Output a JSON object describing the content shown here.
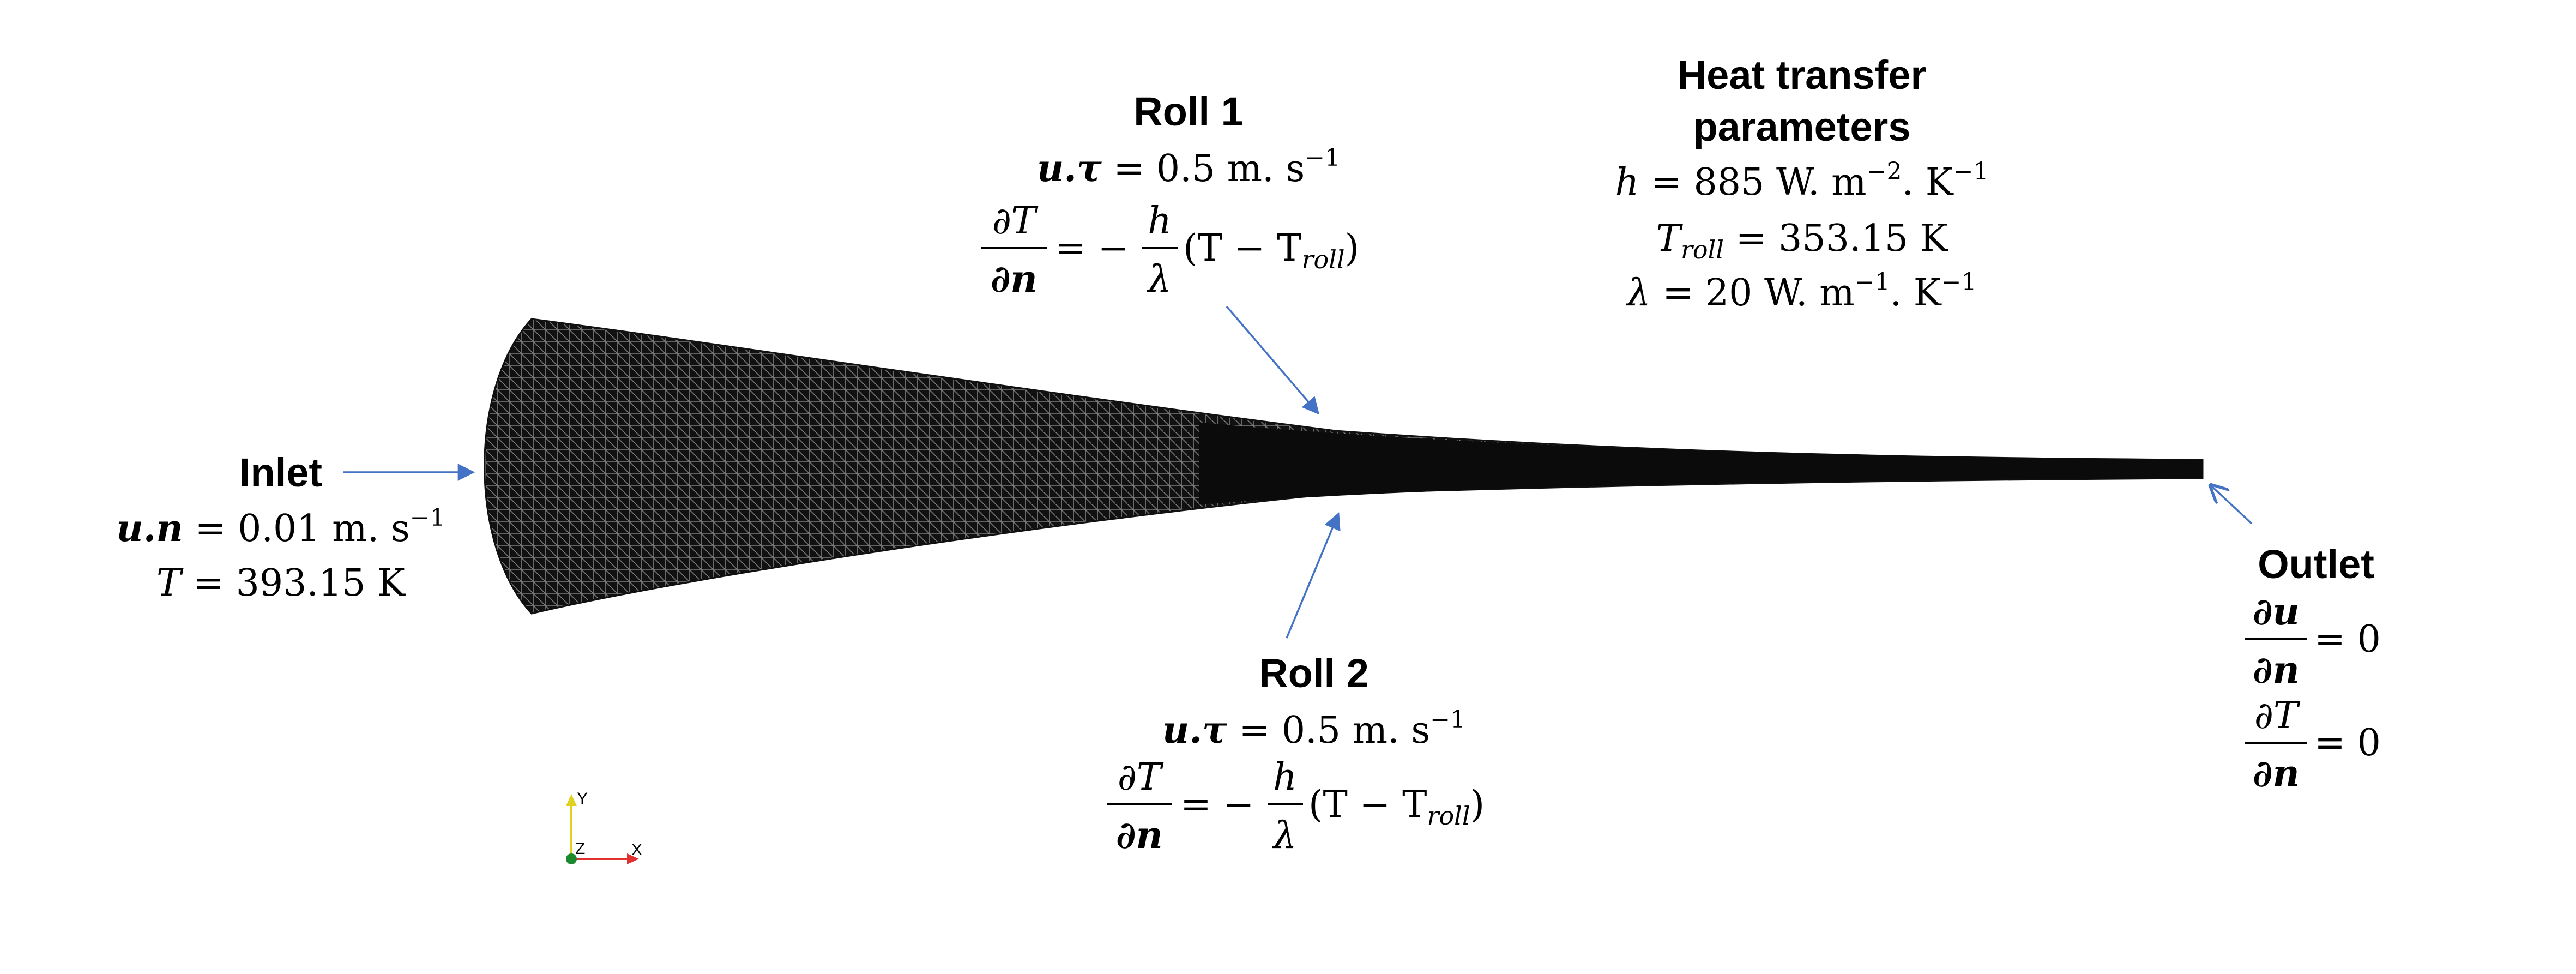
{
  "colors": {
    "mesh": "#111111",
    "mesh_hatch": "#8a8a8a",
    "arrow": "#4472c4",
    "axis_x": "#e03030",
    "axis_y": "#e0d020",
    "axis_origin": "#1c8a2c"
  },
  "inlet": {
    "title": "Inlet",
    "un_lhs": "u.n",
    "un_rhs": " = 0.01 m. s",
    "un_exp": "−1",
    "t_lhs": "T",
    "t_rhs": " = 393.15 K"
  },
  "roll1": {
    "title": "Roll 1",
    "ut_lhs": "u.τ",
    "ut_rhs": " = 0.5 m. s",
    "ut_exp": "−1",
    "dT": "∂T",
    "dn": "∂n",
    "mid": "= −",
    "h": "h",
    "lambda": "λ",
    "paren_open": "(T − T",
    "sub": "roll",
    "paren_close": ")"
  },
  "roll2": {
    "title": "Roll 2",
    "ut_lhs": "u.τ",
    "ut_rhs": " = 0.5 m. s",
    "ut_exp": "−1",
    "dT": "∂T",
    "dn": "∂n",
    "mid": "= −",
    "h": "h",
    "lambda": "λ",
    "paren_open": "(T − T",
    "sub": "roll",
    "paren_close": ")"
  },
  "heat": {
    "title_line1": "Heat transfer",
    "title_line2": "parameters",
    "h_lhs": "h",
    "h_rhs": " = 885 W. m",
    "h_exp1": "−2",
    "h_mid": ". K",
    "h_exp2": "−1",
    "troll_lhs": "T",
    "troll_sub": "roll",
    "troll_rhs": " = 353.15 K",
    "lam_lhs": "λ",
    "lam_rhs": " = 20 W. m",
    "lam_exp1": "−1",
    "lam_mid": ". K",
    "lam_exp2": "−1"
  },
  "outlet": {
    "title": "Outlet",
    "du": "∂u",
    "dn1": "∂n",
    "eq1": "= 0",
    "dT": "∂T",
    "dn2": "∂n",
    "eq2": "= 0"
  },
  "axes": {
    "y": "Y",
    "z": "Z",
    "x": "X"
  }
}
